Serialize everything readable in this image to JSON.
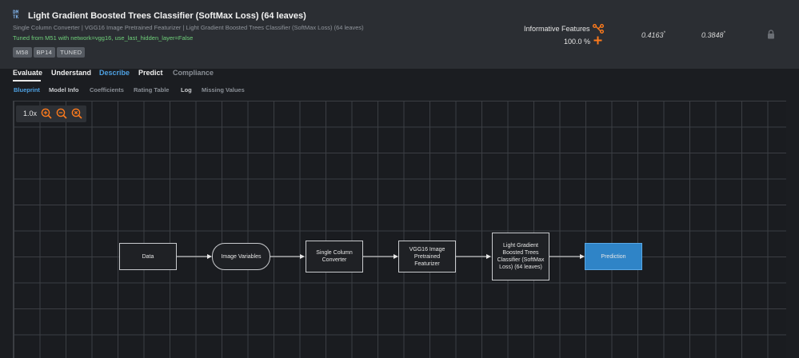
{
  "header": {
    "model_icon_text": "DM\nTK",
    "title": "Light Gradient Boosted Trees Classifier (SoftMax Loss) (64 leaves)",
    "subtitle": "Single Column Converter | VGG16 Image Pretrained Featurizer | Light Gradient Boosted Trees Classifier (SoftMax Loss) (64 leaves)",
    "tuned_text": "Tuned from M51 with network=vgg16, use_last_hidden_layer=False",
    "badges": [
      "M58",
      "BP14",
      "TUNED"
    ],
    "feature_list_label": "Informative Features",
    "sample_pct": "100.0 %",
    "metric_validation": "0.4163",
    "metric_crossval": "0.3848",
    "metric_star": "*",
    "icons": [
      "feature-list-share-icon",
      "plus-icon",
      "lock-icon"
    ],
    "accent_color": "#ff7b1c"
  },
  "main_tabs": [
    "Evaluate",
    "Understand",
    "Describe",
    "Predict",
    "Compliance"
  ],
  "active_main_tab": "Describe",
  "sub_tabs": [
    "Blueprint",
    "Model Info",
    "Coefficients",
    "Rating Table",
    "Log",
    "Missing Values"
  ],
  "active_sub_tab": "Blueprint",
  "zoom": {
    "level": "1.0x",
    "icons": [
      "zoom-in-icon",
      "zoom-out-icon",
      "zoom-reset-icon"
    ]
  },
  "blueprint": {
    "nodes": [
      "Data",
      "Image Variables",
      "Single Column Converter",
      "VGG16 Image Pretrained Featurizer",
      "Light Gradient Boosted Trees Classifier (SoftMax Loss) (64 leaves)",
      "Prediction"
    ],
    "prediction_color": "#2f84c7"
  }
}
